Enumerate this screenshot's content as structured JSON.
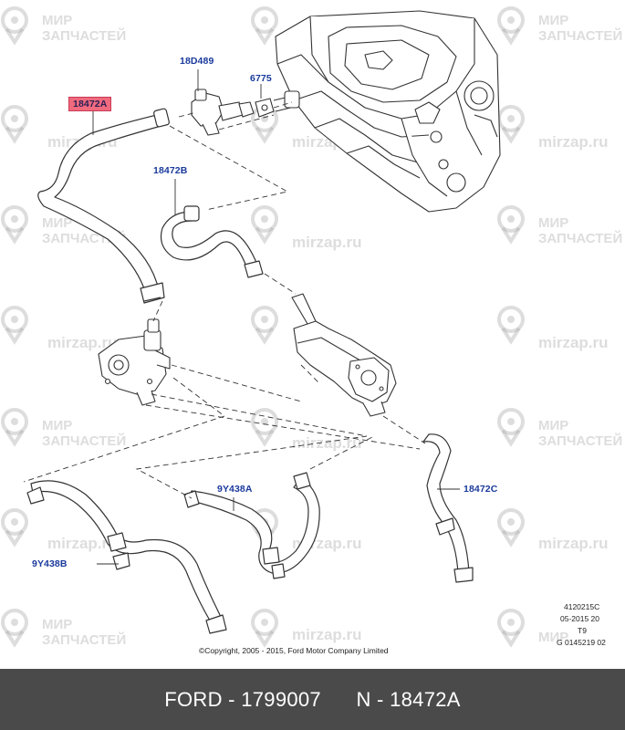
{
  "diagram": {
    "callouts": [
      {
        "id": "18D489",
        "text": "18D489",
        "highlighted": false
      },
      {
        "id": "6775",
        "text": "6775",
        "highlighted": false
      },
      {
        "id": "18472A",
        "text": "18472A",
        "highlighted": true
      },
      {
        "id": "18472B",
        "text": "18472B",
        "highlighted": false
      },
      {
        "id": "9Y438A",
        "text": "9Y438A",
        "highlighted": false
      },
      {
        "id": "9Y438B",
        "text": "9Y438B",
        "highlighted": false
      },
      {
        "id": "18472C",
        "text": "18472C",
        "highlighted": false
      }
    ],
    "highlight_color": "#f06a7e",
    "label_color": "#1a3a9c",
    "drawing_ref": [
      "4120215C",
      "05-2015 20",
      "T9",
      "G 0145219 02"
    ],
    "copyright": "©Copyright, 2005 - 2015, Ford Motor Company Limited"
  },
  "watermark": {
    "brand_lines": [
      "МИР",
      "ЗАПЧАСТЕЙ"
    ],
    "url": "mirzap.ru",
    "icon": "map-pin-icon"
  },
  "footer": {
    "brand": "FORD",
    "part_number": "1799007",
    "reference": "N - 18472A",
    "separator": " - "
  }
}
